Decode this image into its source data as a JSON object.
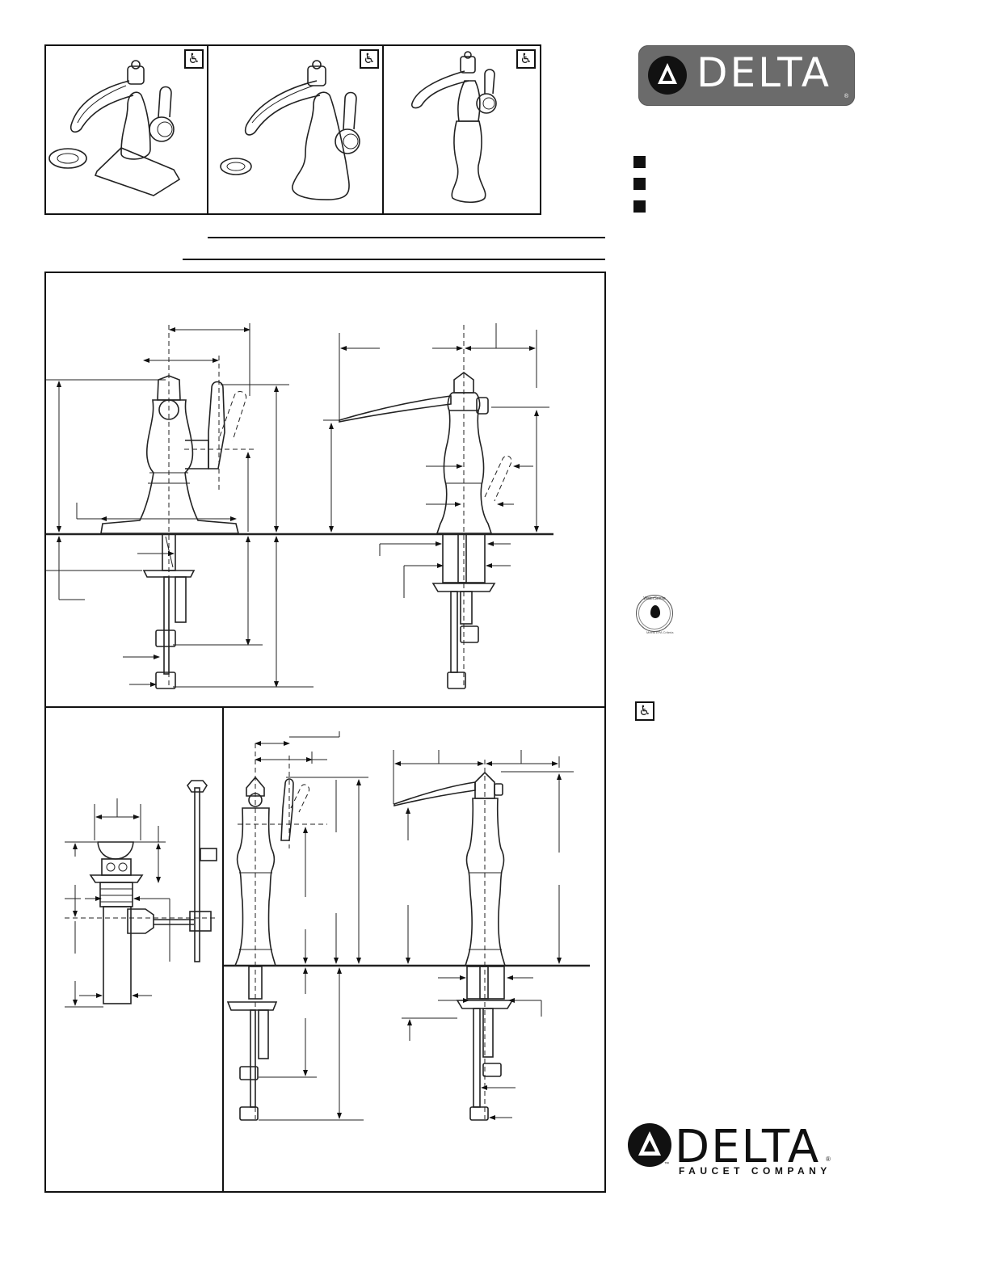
{
  "brand": {
    "name": "DELTA",
    "company_line": "FAUCET COMPANY",
    "registered": "®",
    "trademark": "™"
  },
  "colors": {
    "badge_background": "#6b6b6b",
    "ink": "#111111"
  },
  "icons": {
    "accessibility": "♿"
  },
  "watersense": {
    "label": "WaterSense",
    "caption": "Meets EPA Criteria"
  },
  "product_images": [
    {
      "name": "faucet-with-escutcheon"
    },
    {
      "name": "faucet-without-escutcheon"
    },
    {
      "name": "vessel-faucet"
    }
  ],
  "bullets": [
    {},
    {},
    {}
  ]
}
